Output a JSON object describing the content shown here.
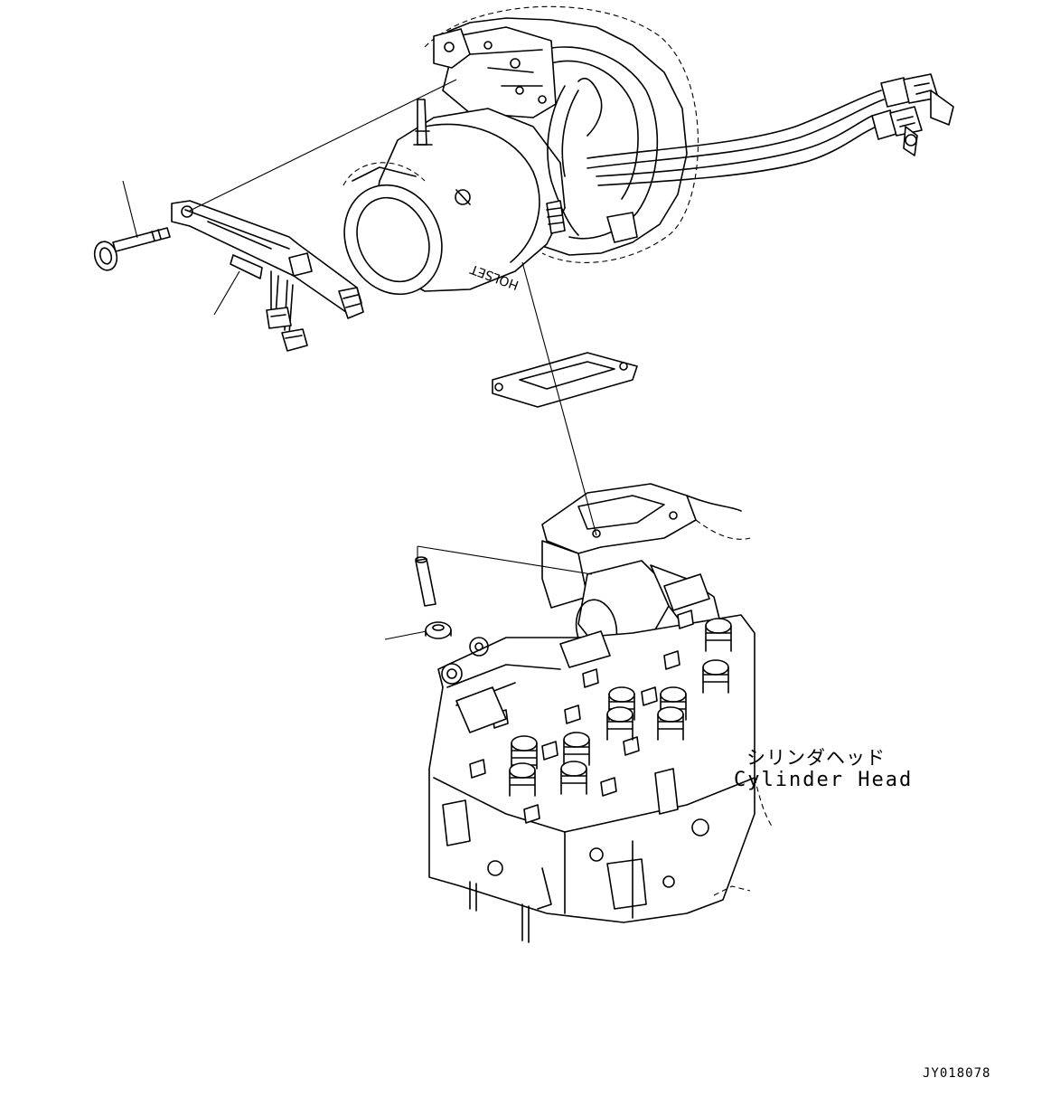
{
  "labels": {
    "cylinder_head_jp": "シリンダヘッド",
    "cylinder_head_en": "Cylinder Head",
    "drawing_number": "JY018078"
  }
}
